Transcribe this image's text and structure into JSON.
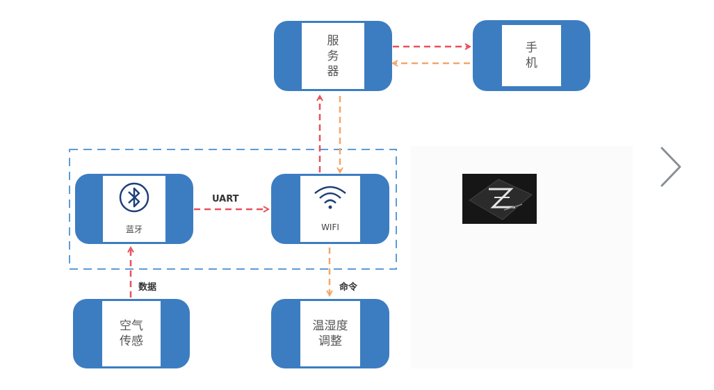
{
  "nodes": {
    "server": {
      "lines": [
        "服",
        "务",
        "器"
      ]
    },
    "phone": {
      "lines": [
        "手",
        "机"
      ]
    },
    "bluetooth": {
      "label": "蓝牙"
    },
    "wifi": {
      "label": "WIFI"
    },
    "air_sensor": {
      "lines": [
        "空气",
        "传感"
      ]
    },
    "humidity": {
      "lines": [
        "温湿度",
        "调整"
      ]
    }
  },
  "edges": {
    "uart": "UART",
    "data": "数据",
    "command": "命令"
  },
  "colors": {
    "node_blue": "#3c7dc1",
    "arrow_red": "#e8505b",
    "arrow_orange": "#f3a66a",
    "dashed_box": "#5b9bd5"
  },
  "icons": {
    "bluetooth": "bluetooth-icon",
    "wifi": "wifi-icon",
    "chip": "chip-logo",
    "next": "chevron-right-icon"
  }
}
